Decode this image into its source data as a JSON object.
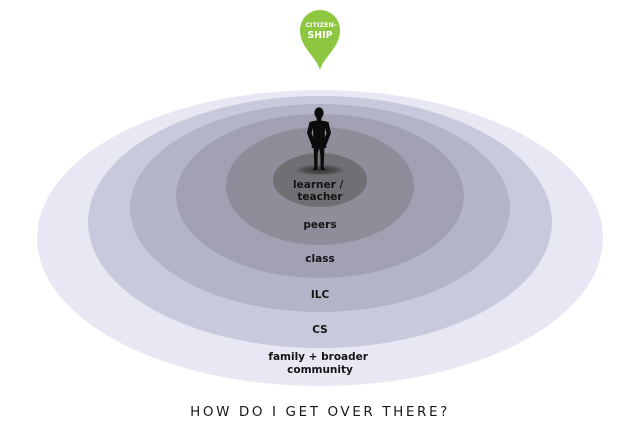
{
  "diagram": {
    "rings": [
      {
        "id": "family",
        "label_lines": [
          "family + broader",
          "community"
        ],
        "color": "#e7e8f3"
      },
      {
        "id": "cs",
        "label_lines": [
          "CS"
        ],
        "color": "#c8c9dc"
      },
      {
        "id": "ilc",
        "label_lines": [
          "ILC"
        ],
        "color": "#b3b4c8"
      },
      {
        "id": "class",
        "label_lines": [
          "class"
        ],
        "color": "#a1a1b3"
      },
      {
        "id": "peers",
        "label_lines": [
          "peers"
        ],
        "color": "#8e8e9a"
      },
      {
        "id": "learner",
        "label_lines": [
          "learner /",
          "teacher"
        ],
        "color": "#6f6f74"
      }
    ],
    "pin": {
      "line1": "CITIZEN-",
      "line2": "SHIP",
      "color": "#8dc63f"
    },
    "figure_icon": "person-silhouette-icon"
  },
  "caption": "HOW DO I GET OVER THERE?"
}
